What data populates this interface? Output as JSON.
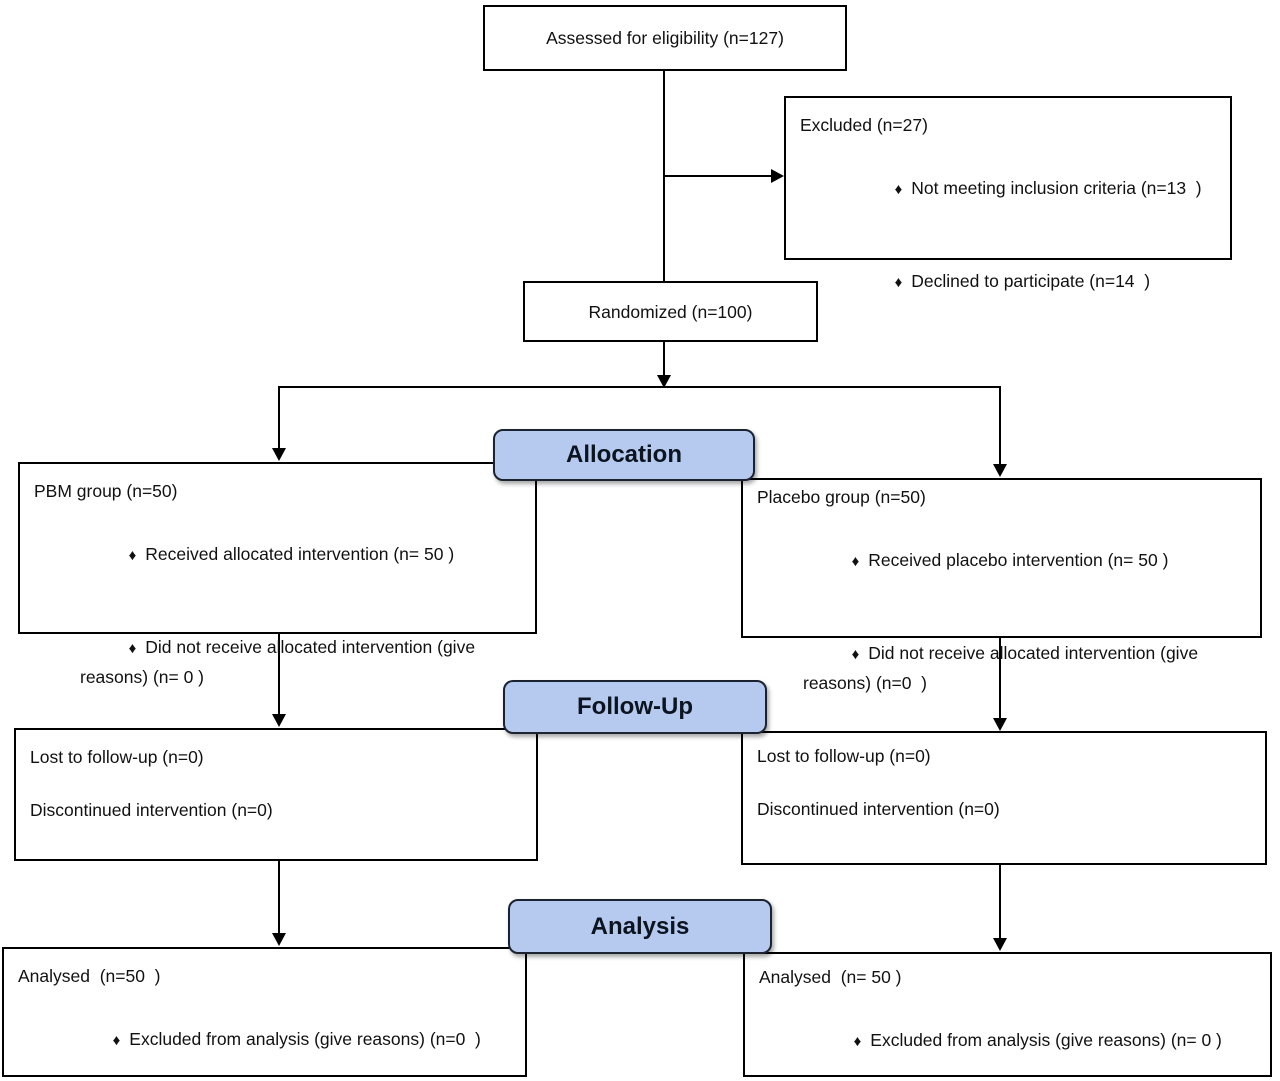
{
  "diagram": {
    "bullet": "♦",
    "assessed": {
      "label": "Assessed for eligibility (n=127)"
    },
    "excluded": {
      "title": "Excluded (n=27)",
      "items": [
        "Not meeting inclusion criteria (n=13  )",
        "Declined to participate (n=14  )"
      ]
    },
    "randomized": {
      "label": "Randomized (n=100)"
    },
    "banners": {
      "allocation": "Allocation",
      "follow_up": "Follow-Up",
      "analysis": "Analysis"
    },
    "allocation_left": {
      "title": "PBM group (n=50)",
      "items": [
        "Received allocated intervention (n= 50 )",
        "Did not receive allocated intervention (give reasons) (n= 0 )"
      ]
    },
    "allocation_right": {
      "title": "Placebo group (n=50)",
      "items": [
        "Received placebo intervention (n= 50 )",
        "Did not receive allocated intervention (give reasons) (n=0  )"
      ]
    },
    "follow_up_left": {
      "lines": [
        "Lost to follow-up (n=0)",
        "Discontinued intervention (n=0)"
      ]
    },
    "follow_up_right": {
      "lines": [
        "Lost to follow-up (n=0)",
        "Discontinued intervention (n=0)"
      ]
    },
    "analysis_left": {
      "title": "Analysed  (n=50  )",
      "items": [
        "Excluded from analysis (give reasons) (n=0  )"
      ]
    },
    "analysis_right": {
      "title": "Analysed  (n= 50 )",
      "items": [
        "Excluded from analysis (give reasons) (n= 0 )"
      ]
    },
    "colors": {
      "banner_fill": "#b6caf0",
      "banner_border": "#1b2330",
      "box_border": "#000000",
      "background": "#ffffff",
      "line": "#000000"
    }
  }
}
